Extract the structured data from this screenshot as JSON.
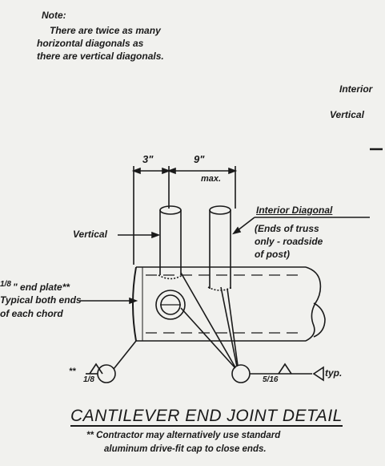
{
  "note": {
    "heading": "Note:",
    "line1": "There are twice as many",
    "line2": "horizontal diagonals as",
    "line3": "there are vertical diagonals."
  },
  "partial_labels": {
    "interior": "Interior",
    "vertical": "Vertical"
  },
  "dimensions": {
    "left": "3\"",
    "right": "9\"",
    "right_qualifier": "max."
  },
  "callouts": {
    "vertical": "Vertical",
    "interior_diagonal": "Interior Diagonal",
    "interior_note_1": "(Ends of truss",
    "interior_note_2": "only - roadside",
    "interior_note_3": "of post)",
    "end_plate_frac": "1/8",
    "end_plate": "\" end plate**",
    "end_plate_2": "Typical both ends",
    "end_plate_3": "of each chord"
  },
  "welds": {
    "left_mark": "**",
    "left_size": "1/8",
    "right_size": "5/16",
    "right_note": "typ."
  },
  "title": "CANTILEVER END JOINT DETAIL",
  "footnote": {
    "line1": "** Contractor may alternatively use standard",
    "line2": "aluminum drive-fit cap to close ends."
  }
}
